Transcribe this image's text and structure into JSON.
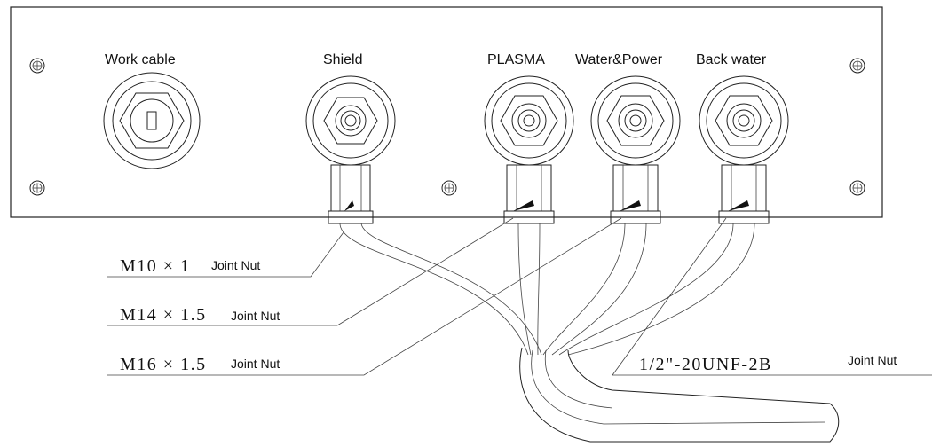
{
  "connectors": [
    {
      "id": "work-cable",
      "label": "Work cable"
    },
    {
      "id": "shield",
      "label": "Shield"
    },
    {
      "id": "plasma",
      "label": "PLASMA"
    },
    {
      "id": "water-power",
      "label": "Water&Power"
    },
    {
      "id": "back-water",
      "label": "Back water"
    }
  ],
  "callouts": [
    {
      "spec": "M10 × 1",
      "suffix": "Joint Nut"
    },
    {
      "spec": "M14 × 1.5",
      "suffix": "Joint Nut"
    },
    {
      "spec": "M16 × 1.5",
      "suffix": "Joint Nut"
    },
    {
      "spec": "1/2\"-20UNF-2B",
      "suffix": "Joint Nut"
    }
  ]
}
